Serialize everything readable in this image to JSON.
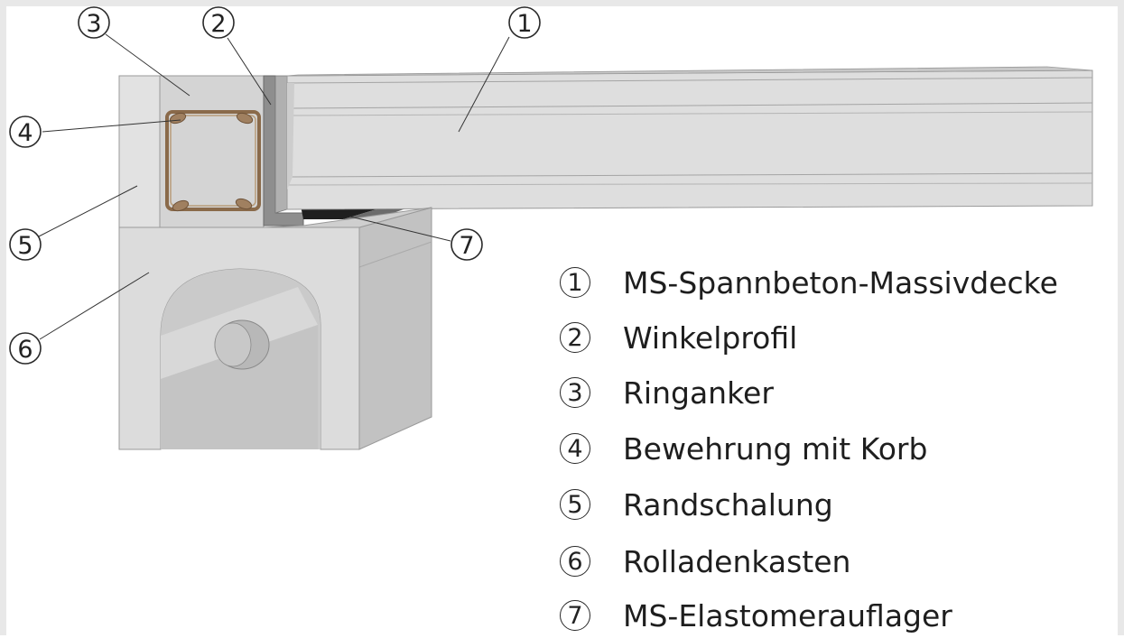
{
  "callouts": [
    {
      "number": "1"
    },
    {
      "number": "2"
    },
    {
      "number": "3"
    },
    {
      "number": "4"
    },
    {
      "number": "5"
    },
    {
      "number": "6"
    },
    {
      "number": "7"
    }
  ],
  "legend": [
    {
      "number": "1",
      "text": "MS-Spannbeton-Massivdecke"
    },
    {
      "number": "2",
      "text": "Winkelprofil"
    },
    {
      "number": "3",
      "text": "Ringanker"
    },
    {
      "number": "4",
      "text": "Bewehrung mit Korb"
    },
    {
      "number": "5",
      "text": "Randschalung"
    },
    {
      "number": "6",
      "text": "Rolladenkasten"
    },
    {
      "number": "7",
      "text": "MS-Elastomerauflager"
    }
  ],
  "colors": {
    "frame": "#e8e8e8",
    "concrete_light": "#dcdcdc",
    "concrete_mid": "#cfcfcf",
    "rebar": "#8a6a4a",
    "steel_angle": "#8e8e8e",
    "elastomer": "#1f1f1f"
  }
}
